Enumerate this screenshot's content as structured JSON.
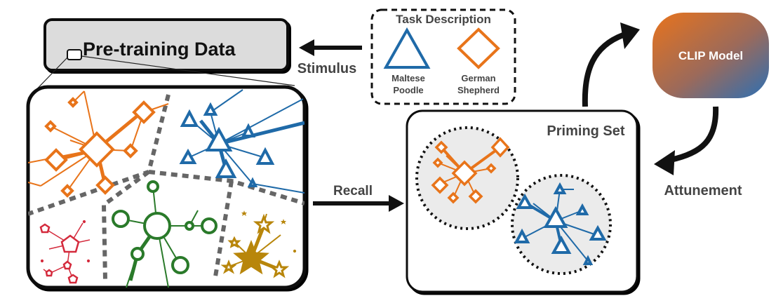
{
  "pretraining": {
    "title": "Pre-training Data"
  },
  "task": {
    "title": "Task Description",
    "class_a": [
      "Maltese",
      "Poodle"
    ],
    "class_b": [
      "German",
      "Shepherd"
    ]
  },
  "arrows": {
    "stimulus": "Stimulus",
    "recall": "Recall",
    "attunement": "Attunement"
  },
  "clip": {
    "label": "CLIP Model"
  },
  "priming": {
    "title": "Priming Set"
  },
  "colors": {
    "orange": "#e8741a",
    "blue": "#1f6aa8",
    "green": "#2a7a2a",
    "red": "#d42a3c",
    "gold": "#b8860b",
    "dash_gray": "#666666",
    "panel_gray": "#dddddd",
    "priming_circle": "#ebebeb"
  },
  "icons": [
    "diamond-icon",
    "triangle-icon",
    "circle-icon",
    "pentagon-icon",
    "star-icon"
  ]
}
